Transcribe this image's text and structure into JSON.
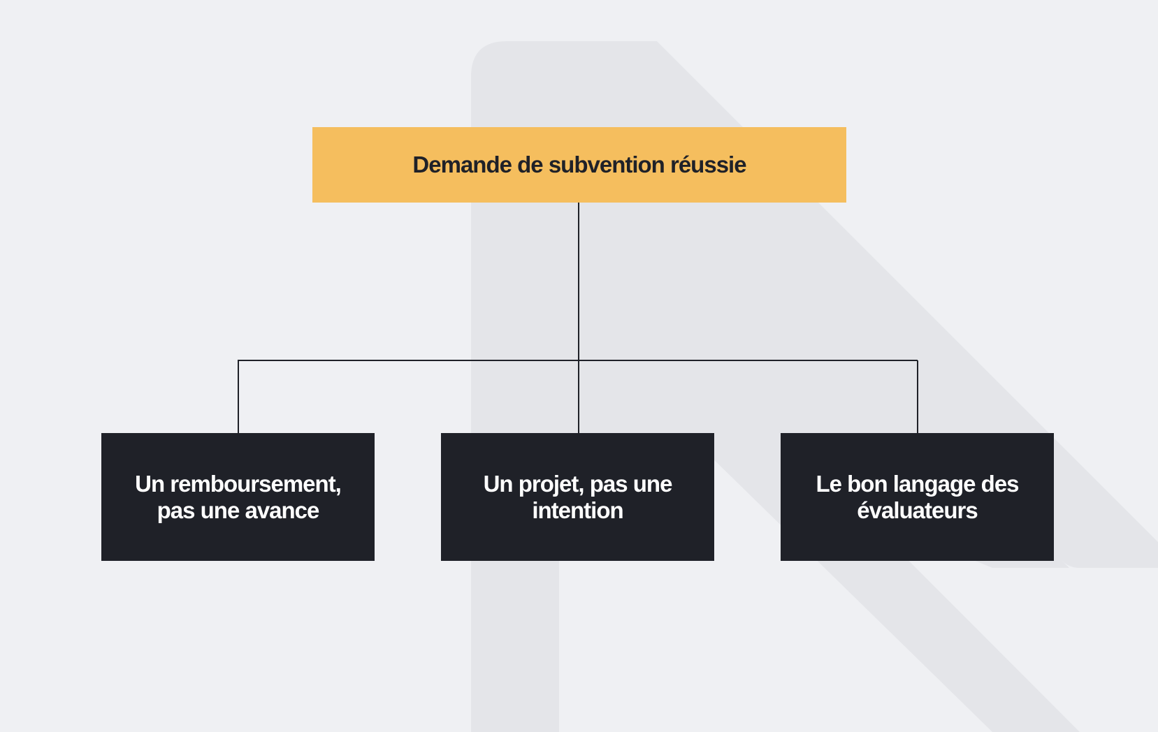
{
  "colors": {
    "background": "#eff0f3",
    "watermark": "#e4e5e9",
    "root_fill": "#f5be5e",
    "root_text": "#1f2128",
    "child_fill": "#1f2128",
    "child_text": "#ffffff",
    "connector": "#1f2128"
  },
  "root": {
    "label": "Demande de subvention réussie"
  },
  "children": [
    {
      "label": "Un remboursement, pas une avance"
    },
    {
      "label": "Un projet, pas une intention"
    },
    {
      "label": "Le bon langage des évaluateurs"
    }
  ]
}
